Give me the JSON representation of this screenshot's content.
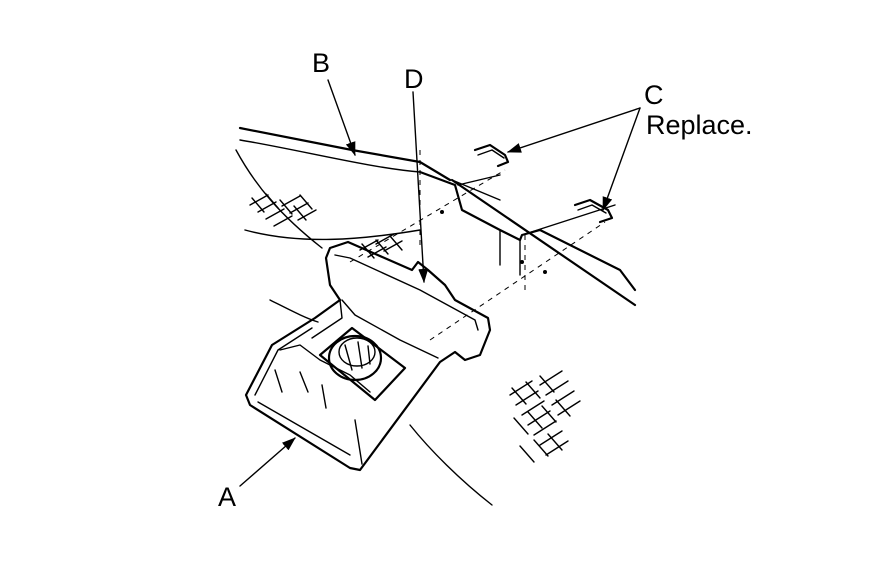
{
  "labels": {
    "a": "A",
    "b": "B",
    "c": "C",
    "c_note": "Replace.",
    "d": "D"
  },
  "colors": {
    "line": "#000000",
    "background": "#ffffff"
  }
}
